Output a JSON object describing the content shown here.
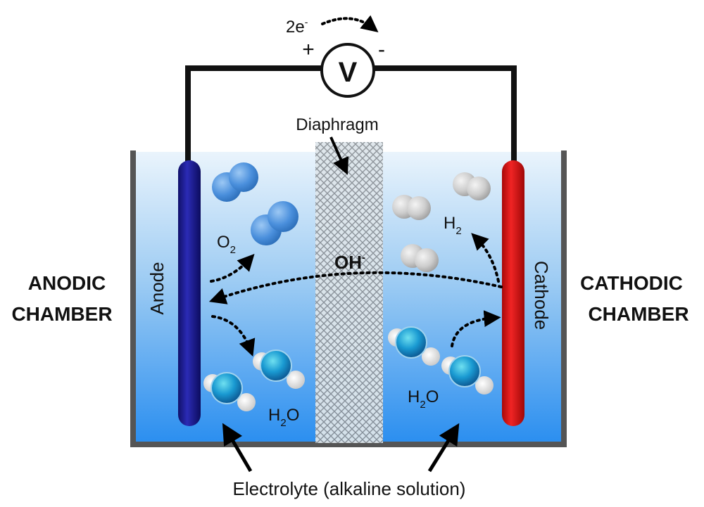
{
  "circuit": {
    "electrons": "2e",
    "electrons_sup": "-",
    "plus": "+",
    "minus": "-",
    "voltmeter": "V"
  },
  "labels": {
    "diaphragm": "Diaphragm",
    "hydroxide": "OH",
    "hydroxide_sup": "-",
    "anode": "Anode",
    "cathode": "Cathode",
    "anodic_chamber_line1": "ANODIC",
    "anodic_chamber_line2": "CHAMBER",
    "cathodic_chamber_line1": "CATHODIC",
    "cathodic_chamber_line2": "CHAMBER",
    "electrolyte": "Electrolyte (alkaline solution)"
  },
  "species": {
    "oxygen": "O",
    "oxygen_sub": "2",
    "hydrogen": "H",
    "hydrogen_sub": "2",
    "water_left": "H",
    "water_left_sub": "2",
    "water_left_o": "O",
    "water_right": "H",
    "water_right_sub": "2",
    "water_right_o": "O"
  },
  "colors": {
    "anode": "#1a1a9a",
    "cathode": "#dd1111",
    "electrolyte_top": "#ddeefa",
    "electrolyte_bottom": "#2a8ff0",
    "tank_wall": "#555555",
    "oxygen": "#4a8fdc",
    "hydrogen": "#c8c8c8",
    "water_oxygen": "#1a8fd0"
  }
}
